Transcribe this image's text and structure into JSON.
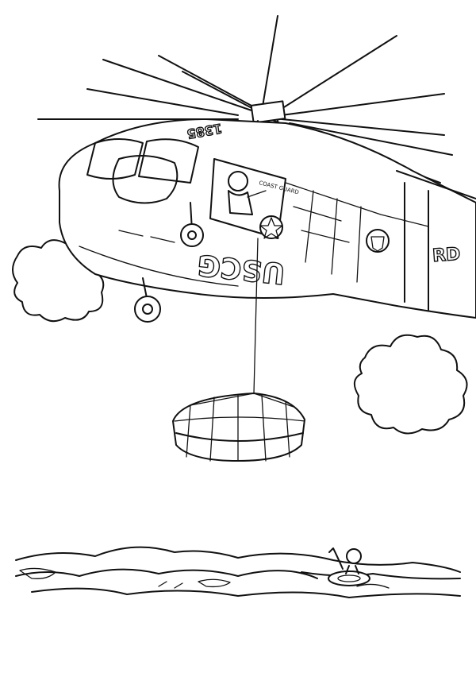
{
  "illustration": {
    "style": "black-and-white line art coloring page",
    "helicopter_tail_number": "1385",
    "helicopter_side_marking": "USCG",
    "helicopter_tail_marking": "RD",
    "door_label": "COAST GUARD",
    "ink_color": "#111111",
    "paper_color": "#ffffff"
  }
}
